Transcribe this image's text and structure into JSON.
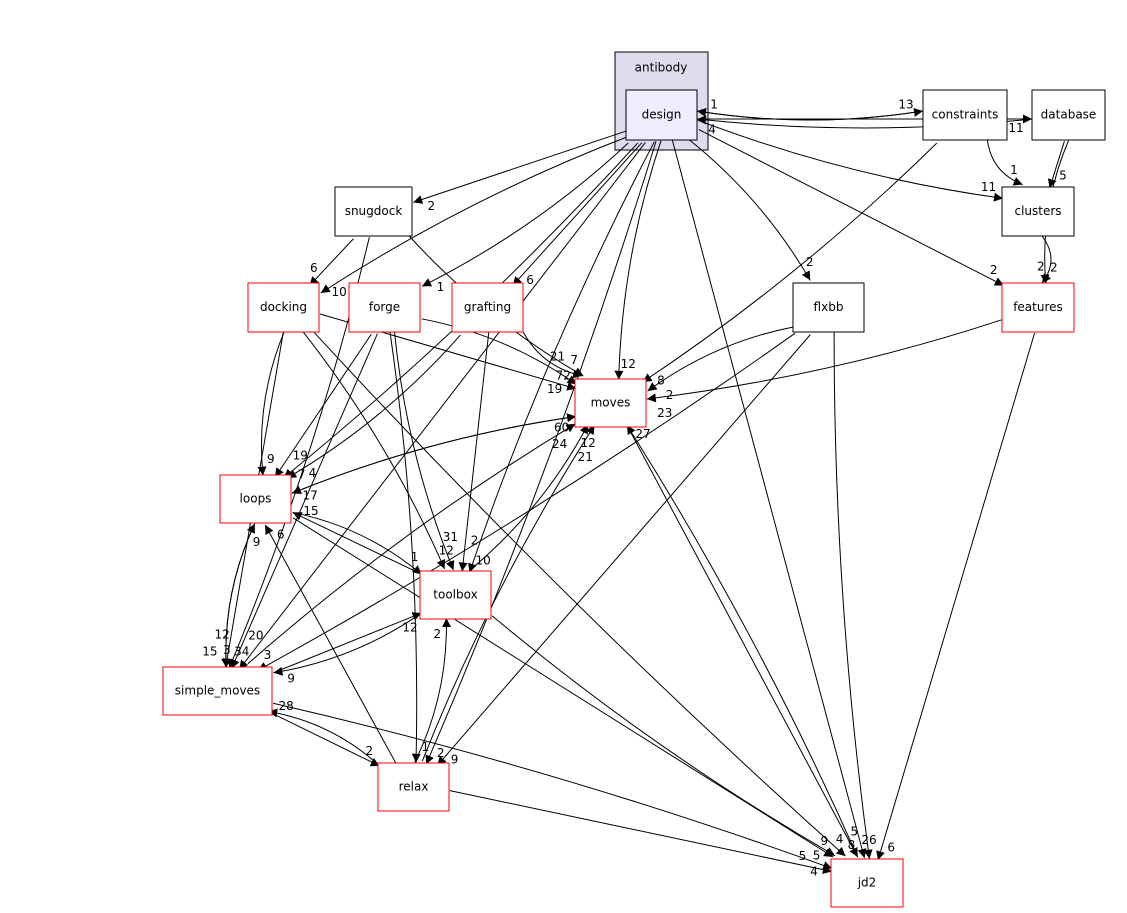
{
  "cluster": {
    "label": "antibody",
    "fill": "#ddddee"
  },
  "nodes": [
    {
      "id": "design",
      "label": "design",
      "border": "#000000",
      "fill": "#eeeeff"
    },
    {
      "id": "constraints",
      "label": "constraints",
      "border": "#000000",
      "fill": "#ffffff"
    },
    {
      "id": "database",
      "label": "database",
      "border": "#000000",
      "fill": "#ffffff"
    },
    {
      "id": "snugdock",
      "label": "snugdock",
      "border": "#000000",
      "fill": "#ffffff"
    },
    {
      "id": "clusters",
      "label": "clusters",
      "border": "#000000",
      "fill": "#ffffff"
    },
    {
      "id": "docking",
      "label": "docking",
      "border": "#ff0000",
      "fill": "#ffffff"
    },
    {
      "id": "forge",
      "label": "forge",
      "border": "#ff0000",
      "fill": "#ffffff"
    },
    {
      "id": "grafting",
      "label": "grafting",
      "border": "#ff0000",
      "fill": "#ffffff"
    },
    {
      "id": "flxbb",
      "label": "flxbb",
      "border": "#000000",
      "fill": "#ffffff"
    },
    {
      "id": "features",
      "label": "features",
      "border": "#ff0000",
      "fill": "#ffffff"
    },
    {
      "id": "moves",
      "label": "moves",
      "border": "#ff0000",
      "fill": "#ffffff"
    },
    {
      "id": "loops",
      "label": "loops",
      "border": "#ff0000",
      "fill": "#ffffff"
    },
    {
      "id": "toolbox",
      "label": "toolbox",
      "border": "#ff0000",
      "fill": "#ffffff"
    },
    {
      "id": "simple_moves",
      "label": "simple_moves",
      "border": "#ff0000",
      "fill": "#ffffff"
    },
    {
      "id": "relax",
      "label": "relax",
      "border": "#ff0000",
      "fill": "#ffffff"
    },
    {
      "id": "jd2",
      "label": "jd2",
      "border": "#ff0000",
      "fill": "#ffffff"
    }
  ],
  "edges": [
    {
      "from": "database",
      "to": "design",
      "label": "4"
    },
    {
      "from": "design",
      "to": "database",
      "label": "11"
    },
    {
      "from": "design",
      "to": "constraints",
      "label": "13"
    },
    {
      "from": "constraints",
      "to": "design",
      "label": "1"
    },
    {
      "from": "design",
      "to": "snugdock",
      "label": "2"
    },
    {
      "from": "design",
      "to": "docking",
      "label": "10"
    },
    {
      "from": "design",
      "to": "forge",
      "label": "1"
    },
    {
      "from": "design",
      "to": "grafting",
      "label": "6"
    },
    {
      "from": "design",
      "to": "moves",
      "label": "12"
    },
    {
      "from": "design",
      "to": "flxbb",
      "label": "2"
    },
    {
      "from": "design",
      "to": "features",
      "label": "2"
    },
    {
      "from": "design",
      "to": "clusters",
      "label": "11"
    },
    {
      "from": "design",
      "to": "loops",
      "label": "7"
    },
    {
      "from": "design",
      "to": "simple_moves",
      "label": "34"
    },
    {
      "from": "design",
      "to": "toolbox",
      "label": "10"
    },
    {
      "from": "design",
      "to": "relax",
      "label": "2"
    },
    {
      "from": "design",
      "to": "jd2",
      "label": "26"
    },
    {
      "from": "constraints",
      "to": "clusters",
      "label": "1"
    },
    {
      "from": "constraints",
      "to": "moves",
      "label": "8"
    },
    {
      "from": "database",
      "to": "clusters",
      "label": "5"
    },
    {
      "from": "database",
      "to": "features",
      "label": "2"
    },
    {
      "from": "clusters",
      "to": "features",
      "label": "2"
    },
    {
      "from": "snugdock",
      "to": "docking",
      "label": "6"
    },
    {
      "from": "snugdock",
      "to": "moves",
      "label": "7"
    },
    {
      "from": "snugdock",
      "to": "simple_moves",
      "label": "3"
    },
    {
      "from": "docking",
      "to": "moves",
      "label": "72"
    },
    {
      "from": "docking",
      "to": "loops",
      "label": "9"
    },
    {
      "from": "docking",
      "to": "toolbox",
      "label": "12"
    },
    {
      "from": "docking",
      "to": "simple_moves",
      "label": "12"
    },
    {
      "from": "docking",
      "to": "jd2",
      "label": "4"
    },
    {
      "from": "forge",
      "to": "moves",
      "label": "19"
    },
    {
      "from": "forge",
      "to": "loops",
      "label": "19"
    },
    {
      "from": "forge",
      "to": "toolbox",
      "label": "31"
    },
    {
      "from": "forge",
      "to": "relax",
      "label": "1"
    },
    {
      "from": "forge",
      "to": "simple_moves",
      "label": "20"
    },
    {
      "from": "grafting",
      "to": "moves",
      "label": "21"
    },
    {
      "from": "grafting",
      "to": "loops",
      "label": "4"
    },
    {
      "from": "grafting",
      "to": "toolbox",
      "label": "2"
    },
    {
      "from": "flxbb",
      "to": "moves",
      "label": "2"
    },
    {
      "from": "flxbb",
      "to": "simple_moves",
      "label": "3"
    },
    {
      "from": "flxbb",
      "to": "relax",
      "label": "9"
    },
    {
      "from": "flxbb",
      "to": "jd2",
      "label": "8"
    },
    {
      "from": "features",
      "to": "moves",
      "label": "23"
    },
    {
      "from": "features",
      "to": "jd2",
      "label": "6"
    },
    {
      "from": "moves",
      "to": "loops",
      "label": "17"
    },
    {
      "from": "loops",
      "to": "moves",
      "label": "60"
    },
    {
      "from": "moves",
      "to": "jd2",
      "label": "5"
    },
    {
      "from": "jd2",
      "to": "moves",
      "label": "27"
    },
    {
      "from": "loops",
      "to": "toolbox",
      "label": "1"
    },
    {
      "from": "toolbox",
      "to": "loops",
      "label": "15"
    },
    {
      "from": "loops",
      "to": "simple_moves",
      "label": "15"
    },
    {
      "from": "simple_moves",
      "to": "loops",
      "label": "9"
    },
    {
      "from": "loops",
      "to": "jd2",
      "label": "9"
    },
    {
      "from": "toolbox",
      "to": "moves",
      "label": "12"
    },
    {
      "from": "toolbox",
      "to": "simple_moves",
      "label": "9"
    },
    {
      "from": "simple_moves",
      "to": "toolbox",
      "label": "12"
    },
    {
      "from": "toolbox",
      "to": "jd2",
      "label": "5"
    },
    {
      "from": "simple_moves",
      "to": "moves",
      "label": "24"
    },
    {
      "from": "simple_moves",
      "to": "relax",
      "label": "2"
    },
    {
      "from": "relax",
      "to": "simple_moves",
      "label": "28"
    },
    {
      "from": "simple_moves",
      "to": "jd2",
      "label": "4"
    },
    {
      "from": "relax",
      "to": "loops",
      "label": "6"
    },
    {
      "from": "relax",
      "to": "toolbox",
      "label": "2"
    },
    {
      "from": "relax",
      "to": "moves",
      "label": "21"
    },
    {
      "from": "relax",
      "to": "jd2",
      "label": "5"
    }
  ]
}
